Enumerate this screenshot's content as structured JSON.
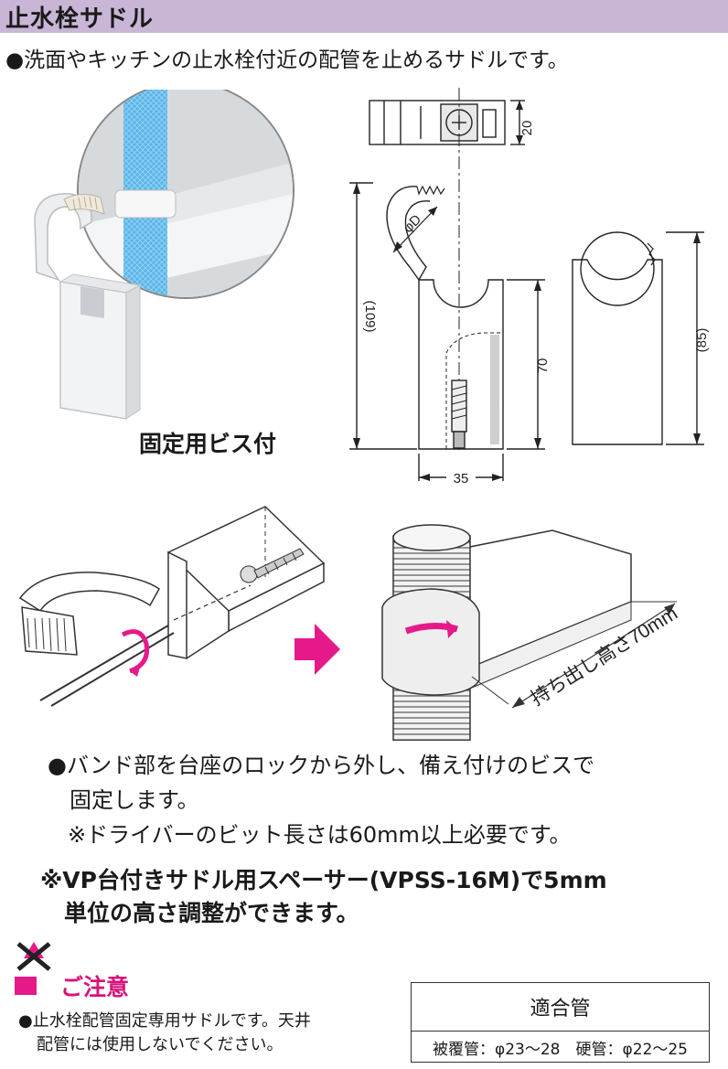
{
  "header": {
    "title": "止水栓サドル"
  },
  "intro": "●洗面やキッチンの止水栓付近の配管を止めるサドルです。",
  "product": {
    "caption": "固定用ビス付"
  },
  "dimensions": {
    "width_top": "20",
    "diameter": "φD",
    "overall_height": "(109)",
    "base_height": "70",
    "base_width": "35",
    "side_height": "(85)"
  },
  "install": {
    "projection_label": "持ち出し高さ70mm"
  },
  "bullets": {
    "line1": "●バンド部を台座のロックから外し、備え付けのビスで",
    "line2": "固定します。",
    "line3": "※ドライバーのビット長さは60mm以上必要です。"
  },
  "spacer_note": {
    "line1": "※VP台付きサドル用スペーサー(VPSS-16M)で5mm",
    "line2": "単位の高さ調整ができます。"
  },
  "caution": {
    "title": "ご注意",
    "line1": "●止水栓配管固定専用サドルです。天井",
    "line2": "配管には使用しないでください。"
  },
  "spec_table": {
    "header": "適合管",
    "value": "被覆管：φ23～28　硬管：φ22～25"
  },
  "colors": {
    "header_bg": "#c9b6d6",
    "accent": "#e6198a",
    "pipe_blue": "#4aa8e0"
  }
}
